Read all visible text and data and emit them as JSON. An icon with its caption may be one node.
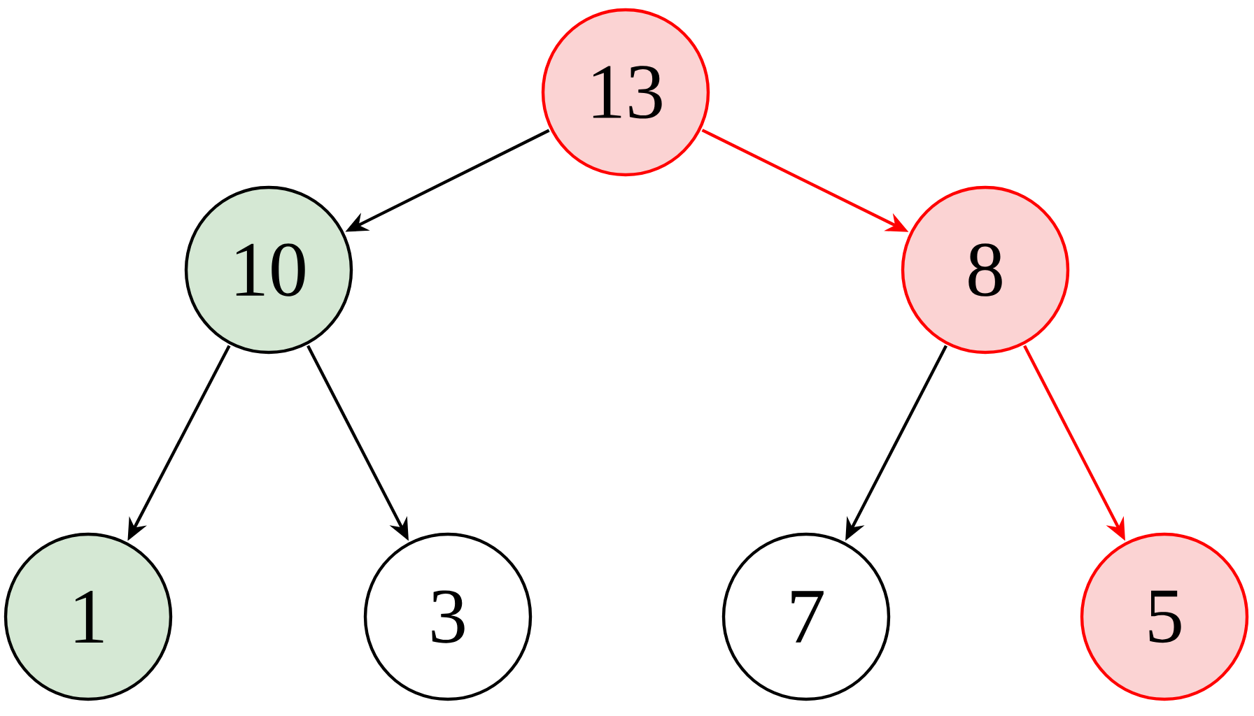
{
  "diagram": {
    "nodes": [
      {
        "text": [
          "13"
        ]
      },
      {
        "text": [
          "10"
        ]
      },
      {
        "text": [
          "8"
        ]
      },
      {
        "text": [
          "1"
        ]
      },
      {
        "text": [
          "3"
        ]
      },
      {
        "text": [
          "7"
        ]
      },
      {
        "text": [
          "5"
        ]
      }
    ],
    "edges": [
      {
        "from": 0,
        "to": 1,
        "arrow": "to"
      },
      {
        "from": 0,
        "to": 2,
        "arrow": "to",
        "color": "#ff0000"
      },
      {
        "from": 1,
        "to": 3,
        "arrow": "to"
      },
      {
        "from": 1,
        "to": 4,
        "arrow": "to"
      },
      {
        "from": 2,
        "to": 5,
        "arrow": "to"
      },
      {
        "from": 2,
        "to": 6,
        "arrow": "to",
        "color": "#ff0000"
      }
    ]
  }
}
